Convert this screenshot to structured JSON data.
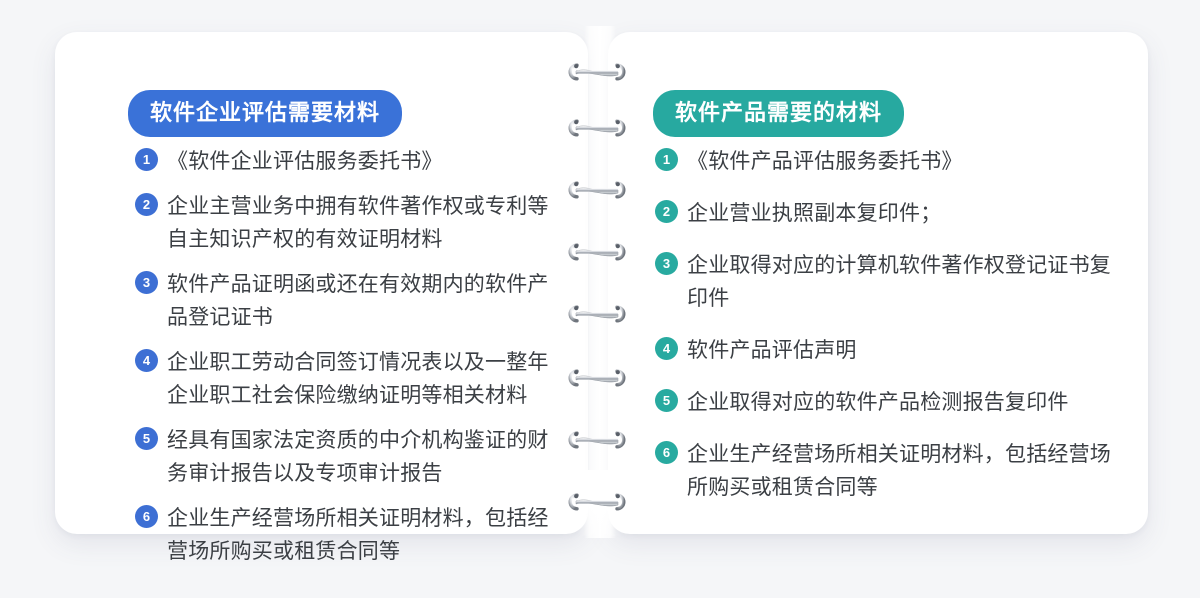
{
  "page": {
    "background_color": "#f5f6f8",
    "card_color": "#ffffff"
  },
  "binder": {
    "ring_count": 8,
    "ring_label": "binder-ring"
  },
  "left_panel": {
    "accent_color": "#3a72d8",
    "badge_color": "#3d6fd4",
    "title": "软件企业评估需要材料",
    "items": [
      {
        "number": "1",
        "text": "《软件企业评估服务委托书》"
      },
      {
        "number": "2",
        "text": "企业主营业务中拥有软件著作权或专利等自主知识产权的有效证明材料"
      },
      {
        "number": "3",
        "text": "软件产品证明函或还在有效期内的软件产品登记证书"
      },
      {
        "number": "4",
        "text": "企业职工劳动合同签订情况表以及一整年企业职工社会保险缴纳证明等相关材料"
      },
      {
        "number": "5",
        "text": "经具有国家法定资质的中介机构鉴证的财务审计报告以及专项审计报告"
      },
      {
        "number": "6",
        "text": "企业生产经营场所相关证明材料，包括经营场所购买或租赁合同等"
      }
    ]
  },
  "right_panel": {
    "accent_color": "#27a9a0",
    "badge_color": "#28aaa0",
    "title": "软件产品需要的材料",
    "items": [
      {
        "number": "1",
        "text": "《软件产品评估服务委托书》"
      },
      {
        "number": "2",
        "text": "企业营业执照副本复印件；"
      },
      {
        "number": "3",
        "text": "企业取得对应的计算机软件著作权登记证书复印件"
      },
      {
        "number": "4",
        "text": "软件产品评估声明"
      },
      {
        "number": "5",
        "text": "企业取得对应的软件产品检测报告复印件"
      },
      {
        "number": "6",
        "text": "企业生产经营场所相关证明材料，包括经营场所购买或租赁合同等"
      }
    ]
  }
}
